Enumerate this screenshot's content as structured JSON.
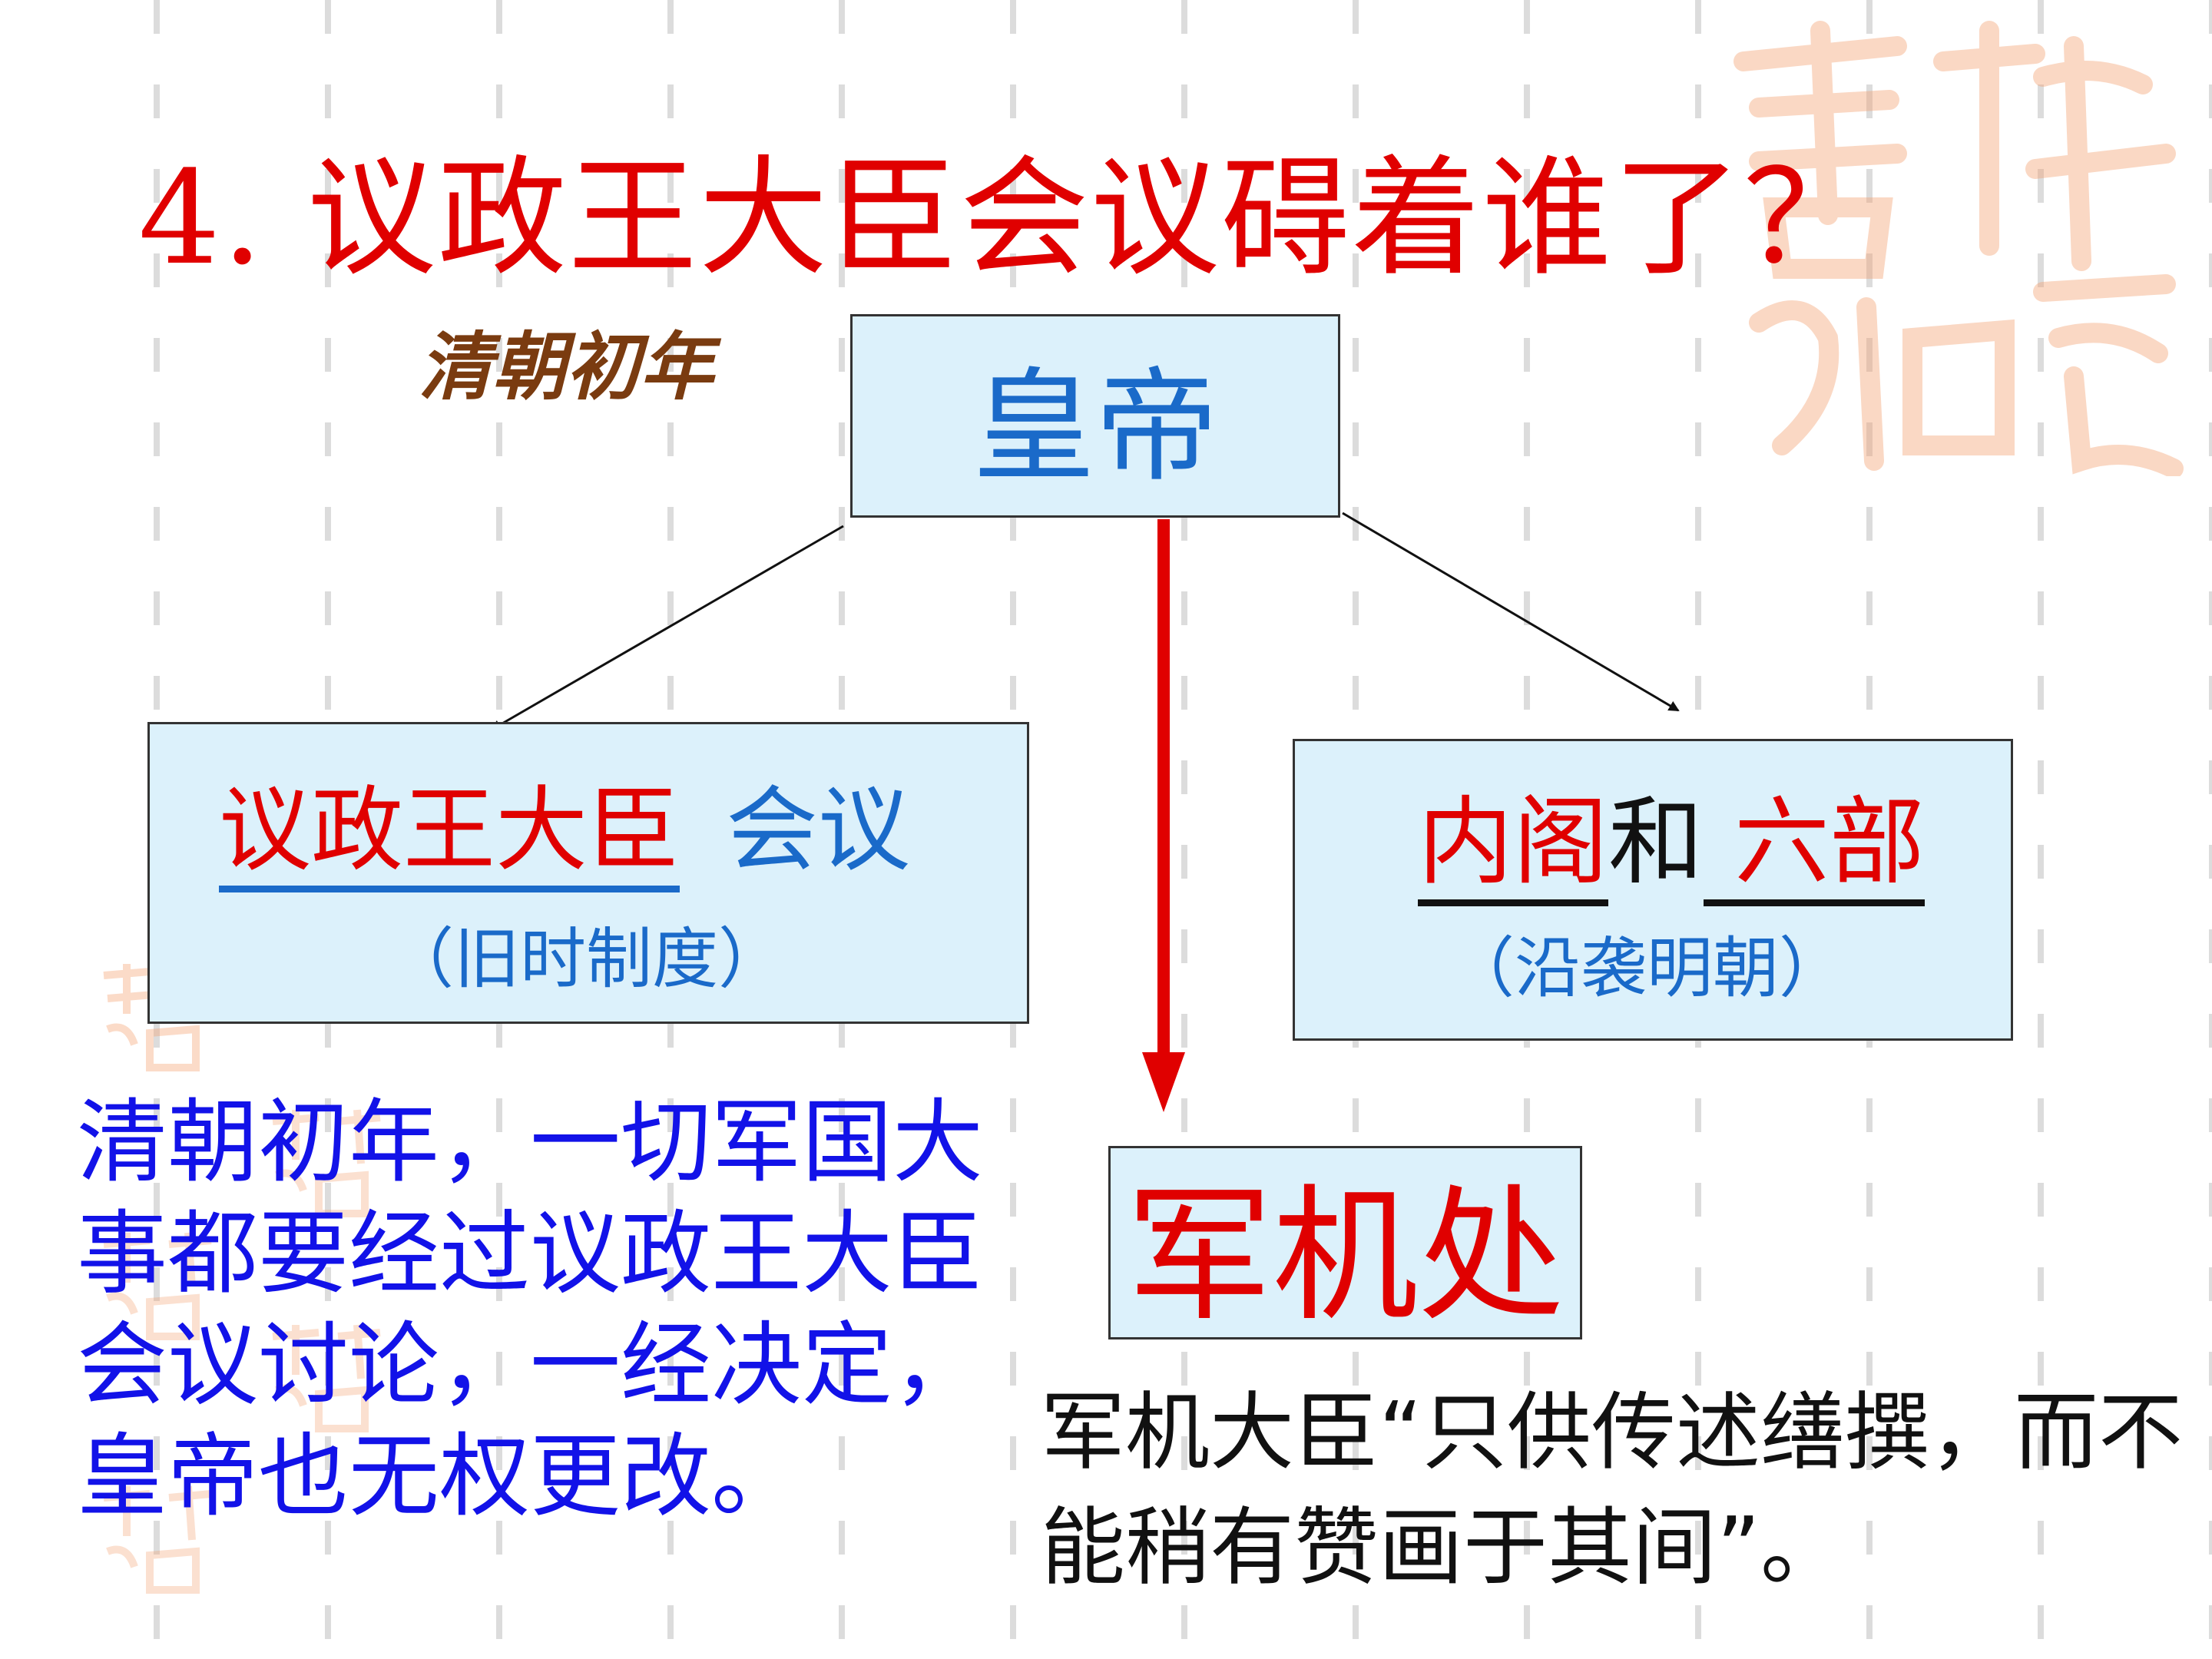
{
  "title": "4. 议政王大臣会议碍着谁了？",
  "era_label": "清朝初年",
  "boxes": {
    "emperor": "皇帝",
    "council": {
      "name": "议政王大臣",
      "suffix": "会议",
      "note": "（旧时制度）"
    },
    "cabinet": {
      "part1": "内阁",
      "conj": "和",
      "part2": "六部",
      "note": "（沿袭明朝）"
    },
    "junjichu": "军机处"
  },
  "description": "清朝初年，一切军国大事都要经过议政王大臣会议讨论，一经决定，皇帝也无权更改。",
  "quote": "军机大臣“只供传述缮撰，而不能稍有赞画于其间”。",
  "seal_text": "吉祥如意",
  "colors": {
    "title": "#e00000",
    "box_fill": "#dcf1fb",
    "blue_text": "#1a6ac9",
    "description": "#1212e8",
    "arrow_red": "#e00000"
  }
}
